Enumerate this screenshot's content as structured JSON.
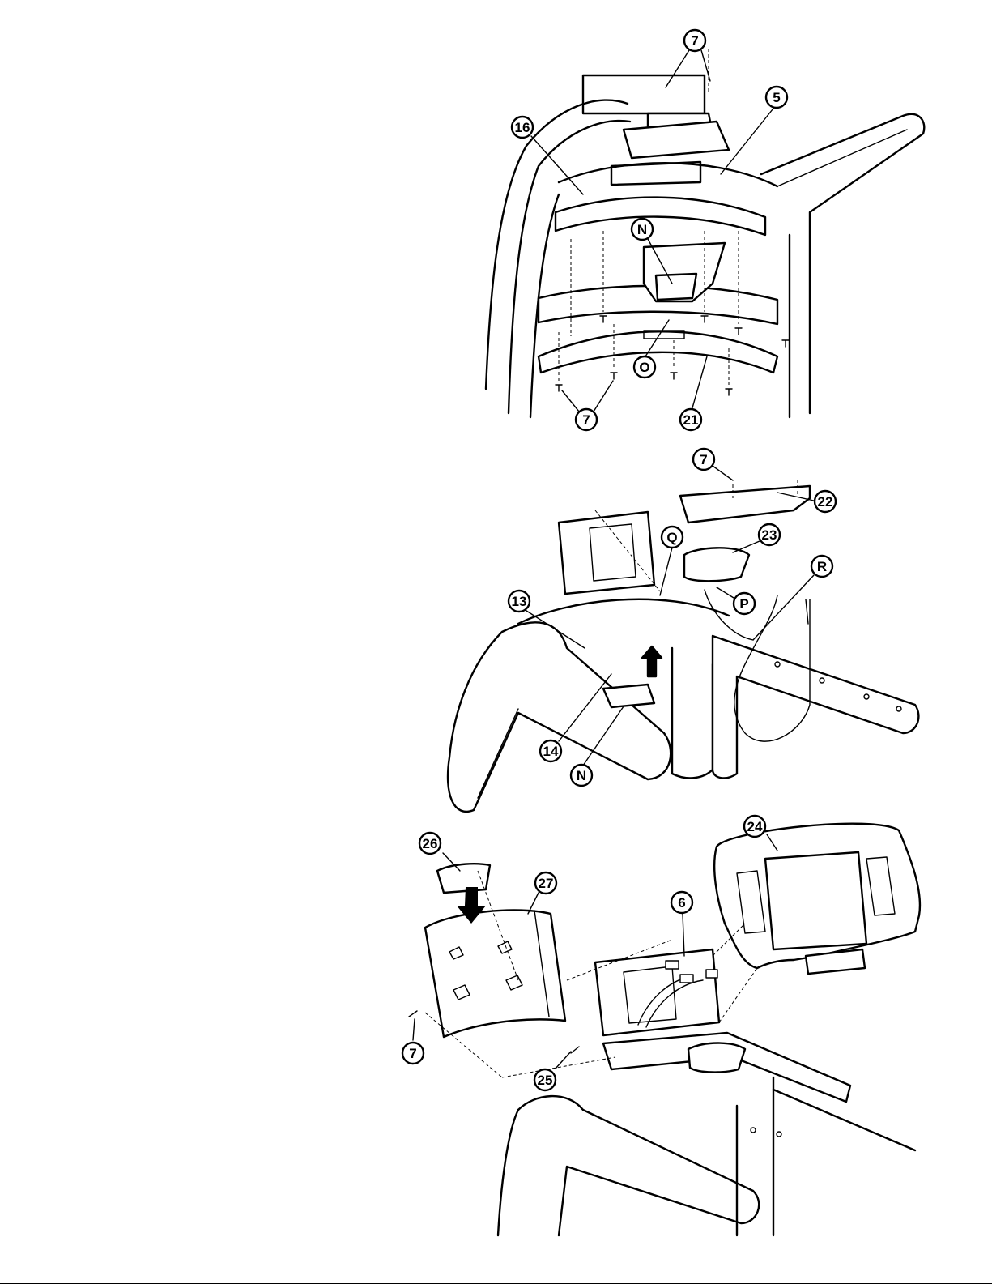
{
  "diagram_1": {
    "callouts": [
      "7",
      "5",
      "16",
      "N",
      "O",
      "7",
      "21"
    ]
  },
  "diagram_2": {
    "callouts": [
      "7",
      "22",
      "23",
      "Q",
      "R",
      "P",
      "13",
      "14",
      "N"
    ]
  },
  "diagram_3": {
    "callouts": [
      "24",
      "26",
      "27",
      "6",
      "7",
      "25"
    ]
  }
}
